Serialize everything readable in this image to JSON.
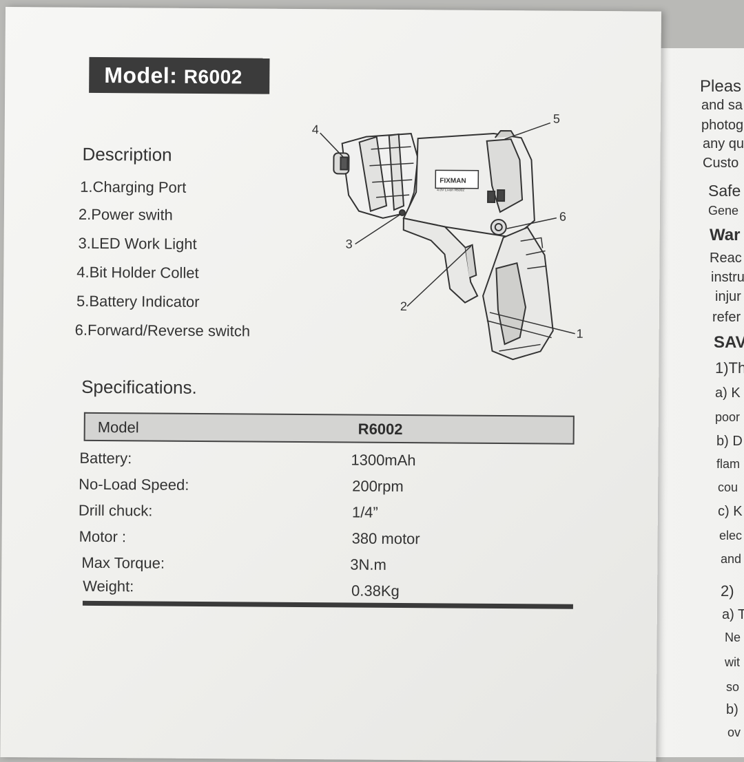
{
  "model_banner": {
    "label": "Model:",
    "code": "R6002"
  },
  "description": {
    "title": "Description",
    "items": [
      "1.Charging Port",
      "2.Power swith",
      "3.LED Work Light",
      "4.Bit Holder Collet",
      "5.Battery Indicator",
      "6.Forward/Reverse switch"
    ]
  },
  "diagram": {
    "brand": "FIXMAN",
    "sublabel": "4.0V Li-ion R6002",
    "callouts": [
      "1",
      "2",
      "3",
      "4",
      "5",
      "6"
    ]
  },
  "specifications": {
    "title": "Specifications.",
    "header": {
      "label": "Model",
      "value": "R6002"
    },
    "rows": [
      {
        "label": "Battery:",
        "value": "1300mAh"
      },
      {
        "label": "No-Load Speed:",
        "value": "200rpm"
      },
      {
        "label": "Drill chuck:",
        "value": "1/4”"
      },
      {
        "label": "Motor :",
        "value": "380 motor"
      },
      {
        "label": "Max Torque:",
        "value": "3N.m"
      },
      {
        "label": "Weight:",
        "value": "0.38Kg"
      }
    ]
  },
  "right_page_fragments": [
    "Pleas",
    "and sa",
    "photog",
    "any qu",
    "Custo",
    "Safe",
    "Gene",
    "War",
    "Reac",
    "instru",
    "injur",
    "refer",
    "SAV",
    "1)Th",
    "a) K",
    "poor",
    "b) D",
    "flam",
    "cou",
    "c) K",
    "elec",
    "and",
    "2)",
    "a) T",
    "Ne",
    "wit",
    "so",
    "b)",
    "ov"
  ]
}
